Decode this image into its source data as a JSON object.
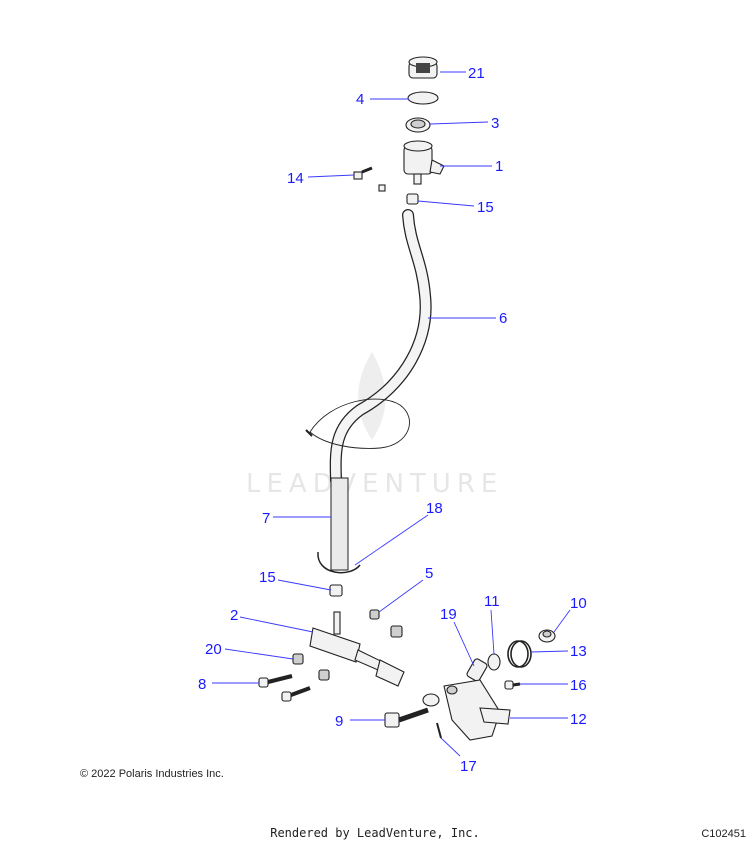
{
  "watermark": "LEADVENTURE",
  "footer": {
    "copyright": "© 2022 Polaris Industries Inc.",
    "rendered_by": "Rendered by LeadVenture, Inc.",
    "diagram_code": "C102451"
  },
  "callouts": {
    "c21": "21",
    "c4": "4",
    "c3": "3",
    "c1": "1",
    "c14": "14",
    "c15a": "15",
    "c6": "6",
    "c7": "7",
    "c18": "18",
    "c15b": "15",
    "c5": "5",
    "c2": "2",
    "c19": "19",
    "c11": "11",
    "c10": "10",
    "c20": "20",
    "c13": "13",
    "c8": "8",
    "c16": "16",
    "c9": "9",
    "c12": "12",
    "c17": "17"
  }
}
